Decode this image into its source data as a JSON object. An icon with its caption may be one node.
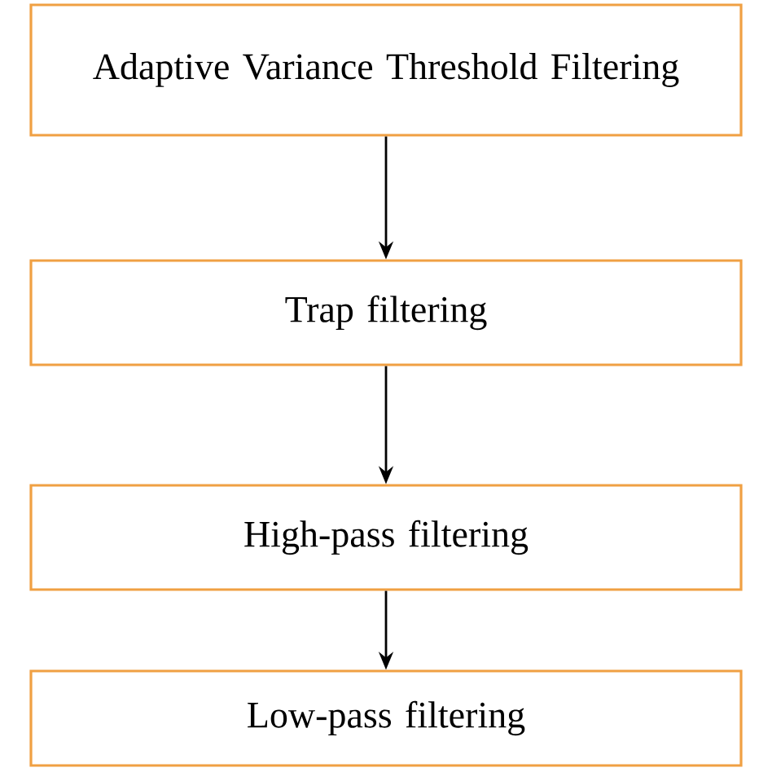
{
  "diagram": {
    "nodes": [
      {
        "text": [
          "Adaptive Variance Threshold Filtering"
        ]
      },
      {
        "text": [
          "Trap filtering"
        ]
      },
      {
        "text": [
          "High-pass filtering"
        ]
      },
      {
        "text": [
          "Low-pass filtering"
        ]
      }
    ],
    "edges": [
      {
        "from": 0,
        "to": 1,
        "arrow": "to"
      },
      {
        "from": 1,
        "to": 2,
        "arrow": "to"
      },
      {
        "from": 2,
        "to": 3,
        "arrow": "to"
      }
    ]
  }
}
